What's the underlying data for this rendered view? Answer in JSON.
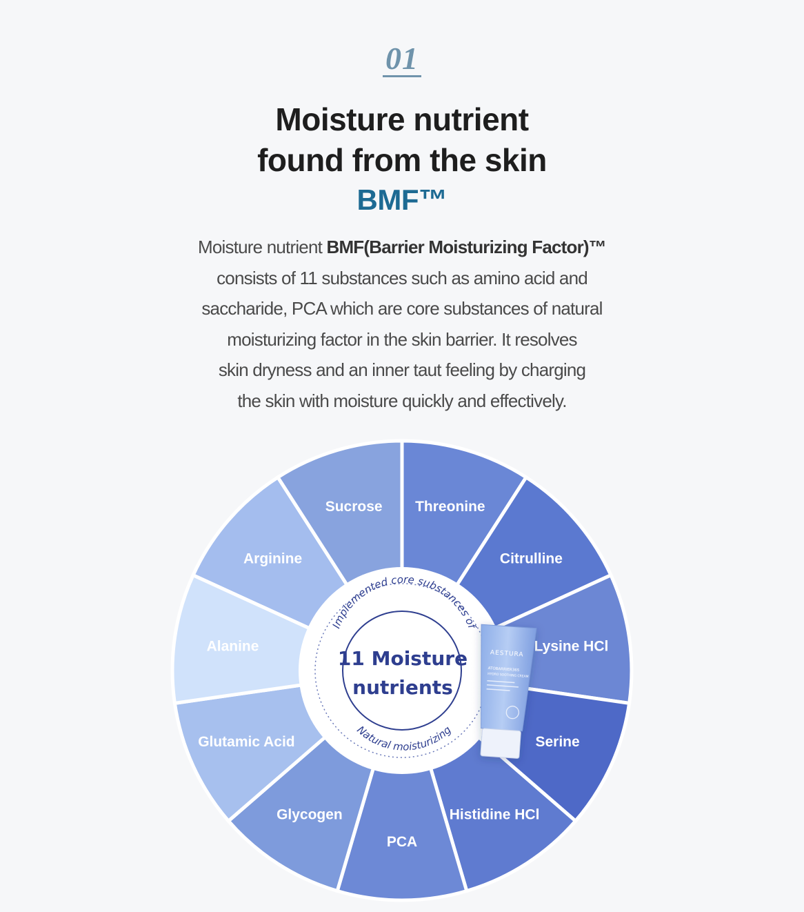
{
  "section": {
    "number": "01"
  },
  "headline": {
    "line1": "Moisture nutrient",
    "line2": "found from the skin",
    "brand": "BMF™"
  },
  "description": {
    "prefix": "Moisture nutrient ",
    "bold": "BMF(Barrier Moisturizing Factor)™",
    "line2": "consists of 11 substances such as amino acid and",
    "line3": "saccharide, PCA which are core substances of natural",
    "line4": "moisturizing factor in the skin barrier. It resolves",
    "line5": "skin dryness and an inner taut feeling by charging",
    "line6": "the skin with moisture quickly and effectively."
  },
  "wheel": {
    "segments": [
      {
        "label": "Threonine",
        "color": "#6a87d6"
      },
      {
        "label": "Citrulline",
        "color": "#5b79d0"
      },
      {
        "label": "Lysine HCl",
        "color": "#6c87d4"
      },
      {
        "label": "Serine",
        "color": "#4e69c7"
      },
      {
        "label": "Histidine HCl",
        "color": "#5f7bd0"
      },
      {
        "label": "PCA",
        "color": "#6d89d6"
      },
      {
        "label": "Glycogen",
        "color": "#7e9bdc"
      },
      {
        "label": "Glutamic Acid",
        "color": "#a7c0ee"
      },
      {
        "label": "Alanine",
        "color": "#d0e2fb"
      },
      {
        "label": "Arginine",
        "color": "#a4bdee"
      },
      {
        "label": "Sucrose",
        "color": "#88a3de"
      }
    ],
    "center": {
      "top_arc": "Implemented core substances of",
      "title_line1": "11 Moisture",
      "title_line2": "nutrients",
      "bottom_arc": "Natural moisturizing",
      "ink_color": "#2e3e8f"
    },
    "product": {
      "brand": "AESTURA",
      "name": "ATOBARRIER365",
      "type": "HYDRO SOOTHING CREAM"
    }
  }
}
